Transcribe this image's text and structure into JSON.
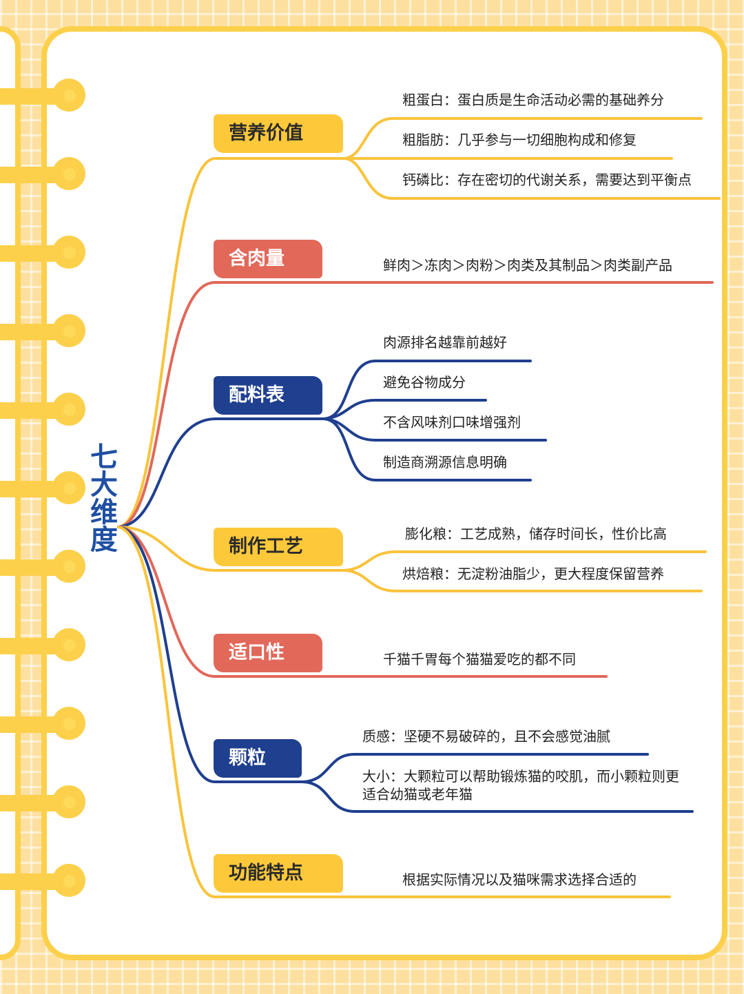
{
  "colors": {
    "yellow": "#fdc93a",
    "red": "#e2685a",
    "blue": "#1f3f8f",
    "line_yellow": "#f9c33b",
    "line_red": "#e2685a",
    "line_blue": "#1f3f8f"
  },
  "title": "七大维度",
  "branches": [
    {
      "label": "营养价值",
      "color": "yellow",
      "items": [
        "粗蛋白：蛋白质是生命活动必需的基础养分",
        "粗脂肪：几乎参与一切细胞构成和修复",
        "钙磷比：存在密切的代谢关系，需要达到平衡点"
      ]
    },
    {
      "label": "含肉量",
      "color": "red",
      "items": [
        "鲜肉＞冻肉＞肉粉＞肉类及其制品＞肉类副产品"
      ]
    },
    {
      "label": "配料表",
      "color": "blue",
      "items": [
        "肉源排名越靠前越好",
        "避免谷物成分",
        "不含风味剂口味增强剂",
        "制造商溯源信息明确"
      ]
    },
    {
      "label": "制作工艺",
      "color": "yellow",
      "items": [
        "膨化粮：工艺成熟，储存时间长，性价比高",
        "烘焙粮：无淀粉油脂少，更大程度保留营养"
      ]
    },
    {
      "label": "适口性",
      "color": "red",
      "items": [
        "千猫千胃每个猫猫爱吃的都不同"
      ]
    },
    {
      "label": "颗粒",
      "color": "blue",
      "items": [
        "质感：坚硬不易破碎的，且不会感觉油腻",
        "大小：大颗粒可以帮助锻炼猫的咬肌，而小颗粒则更适合幼猫或老年猫"
      ]
    },
    {
      "label": "功能特点",
      "color": "yellow",
      "items": [
        "根据实际情况以及猫咪需求选择合适的"
      ]
    }
  ]
}
